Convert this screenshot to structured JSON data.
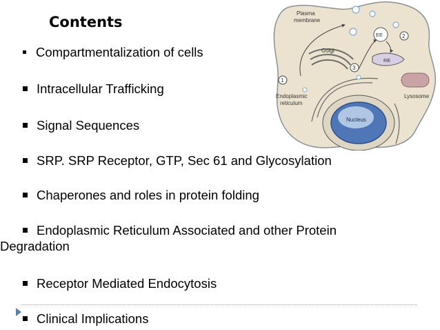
{
  "slide": {
    "title": "Contents",
    "bullets": [
      {
        "text": "Compartmentalization of cells"
      },
      {
        "text": "Intracellular Trafficking"
      },
      {
        "text": "Signal Sequences"
      },
      {
        "text": "SRP. SRP Receptor, GTP, Sec 61 and Glycosylation"
      },
      {
        "text": "Chaperones  and roles in protein folding"
      },
      {
        "text": "Endoplasmic Reticulum Associated and other Protein",
        "continuation": "Degradation"
      },
      {
        "text": "Receptor Mediated Endocytosis"
      },
      {
        "text": "Clinical Implications"
      }
    ]
  },
  "figure": {
    "labels": {
      "plasma_membrane_1": "Plasma",
      "plasma_membrane_2": "membrane",
      "golgi": "Golgi",
      "ee": "EE",
      "re": "RE",
      "er_1": "Endoplasmic",
      "er_2": "reticulum",
      "nucleus": "Nucleus",
      "lysosome": "Lysosome",
      "step1": "1",
      "step2": "2",
      "step3": "3"
    },
    "colors": {
      "cell_fill": "#ebe3cf",
      "membrane": "#8a8f96",
      "nucleus_fill": "#4f77b7",
      "nucleus_light": "#cfe0f3",
      "lysosome": "#c9a4a6",
      "re_fill": "#d9cfe4",
      "vesicle": "#7fa9d3"
    }
  }
}
